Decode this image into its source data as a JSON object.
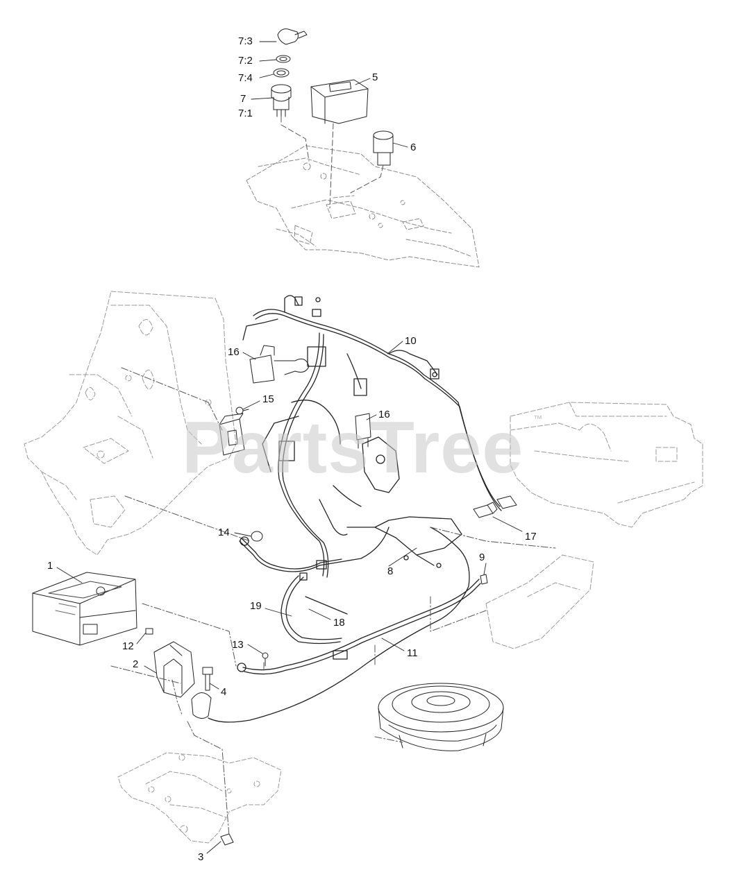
{
  "watermark": {
    "brand": "PartsTree",
    "trademark": "™"
  },
  "callouts": [
    {
      "id": "7-3",
      "text": "7:3"
    },
    {
      "id": "7-2",
      "text": "7:2"
    },
    {
      "id": "7-4",
      "text": "7:4"
    },
    {
      "id": "7",
      "text": "7"
    },
    {
      "id": "7-1",
      "text": "7:1"
    },
    {
      "id": "5",
      "text": "5"
    },
    {
      "id": "6",
      "text": "6"
    },
    {
      "id": "10",
      "text": "10"
    },
    {
      "id": "16a",
      "text": "16"
    },
    {
      "id": "15",
      "text": "15"
    },
    {
      "id": "16b",
      "text": "16"
    },
    {
      "id": "14",
      "text": "14"
    },
    {
      "id": "17",
      "text": "17"
    },
    {
      "id": "1",
      "text": "1"
    },
    {
      "id": "8",
      "text": "8"
    },
    {
      "id": "9",
      "text": "9"
    },
    {
      "id": "19",
      "text": "19"
    },
    {
      "id": "18",
      "text": "18"
    },
    {
      "id": "12",
      "text": "12"
    },
    {
      "id": "13",
      "text": "13"
    },
    {
      "id": "11",
      "text": "11"
    },
    {
      "id": "2",
      "text": "2"
    },
    {
      "id": "4",
      "text": "4"
    },
    {
      "id": "3",
      "text": "3"
    }
  ]
}
